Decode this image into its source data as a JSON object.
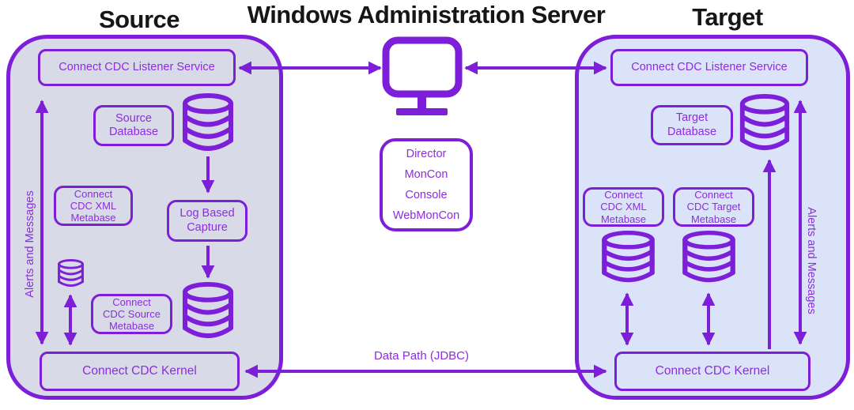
{
  "palette": {
    "stroke": "#7D1ED8",
    "text_purple": "#8E2CDF",
    "left_panel_fill": "#D8DAE8",
    "right_panel_fill": "#DBE3F8",
    "title_color": "#161616",
    "monitor_fill": "#FFFFFF"
  },
  "titles": {
    "source": "Source",
    "admin_server": "Windows Administration Server",
    "target": "Target"
  },
  "source_panel": {
    "listener_label": "Connect CDC Listener Service",
    "database_label": "Source\nDatabase",
    "xml_metabase_label": "Connect\nCDC XML\nMetabase",
    "log_capture_label": "Log Based\nCapture",
    "source_metabase_label": "Connect\nCDC Source\nMetabase",
    "kernel_label": "Connect CDC Kernel",
    "alerts_label": "Alerts and Messages"
  },
  "admin_server": {
    "console_lines": "Director\nMonCon\nConsole\nWebMonCon",
    "icon": "monitor-icon"
  },
  "target_panel": {
    "listener_label": "Connect CDC Listener Service",
    "database_label": "Target\nDatabase",
    "xml_metabase_label": "Connect\nCDC XML\nMetabase",
    "target_metabase_label": "Connect\nCDC Target\nMetabase",
    "kernel_label": "Connect CDC Kernel",
    "alerts_label": "Alerts and Messages"
  },
  "connections": {
    "data_path_label": "Data Path (JDBC)"
  }
}
